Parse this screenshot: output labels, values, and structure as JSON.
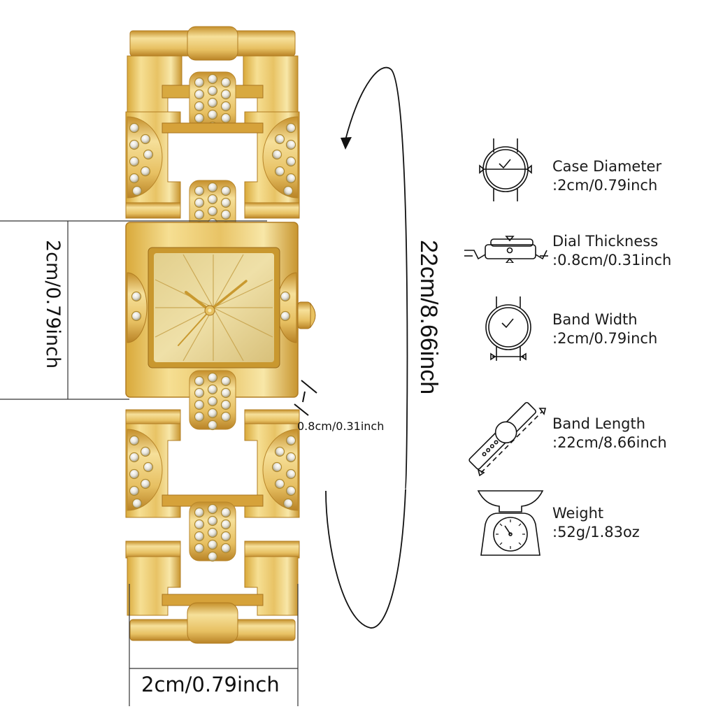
{
  "product": {
    "type": "square gold bracelet watch with rhinestone links",
    "colors": {
      "gold_light": "#f3d98a",
      "gold_mid": "#e2b94a",
      "gold_dark": "#b8862a",
      "dial": "#e6d494",
      "line": "#111111"
    }
  },
  "dimensions": {
    "case_height_label": "2cm/0.79inch",
    "band_width_label": "2cm/0.79inch",
    "thickness_label": "0.8cm/0.31inch",
    "band_length_label": "22cm/8.66inch"
  },
  "specs": [
    {
      "icon": "watch-case-diameter-icon",
      "name": "Case Diameter",
      "value": ":2cm/0.79inch"
    },
    {
      "icon": "watch-dial-thickness-icon",
      "name": "Dial Thickness",
      "value": ":0.8cm/0.31inch"
    },
    {
      "icon": "watch-band-width-icon",
      "name": "Band Width",
      "value": ":2cm/0.79inch"
    },
    {
      "icon": "watch-band-length-icon",
      "name": "Band Length",
      "value": ":22cm/8.66inch"
    },
    {
      "icon": "scale-weight-icon",
      "name": "Weight",
      "value": ":52g/1.83oz"
    }
  ]
}
